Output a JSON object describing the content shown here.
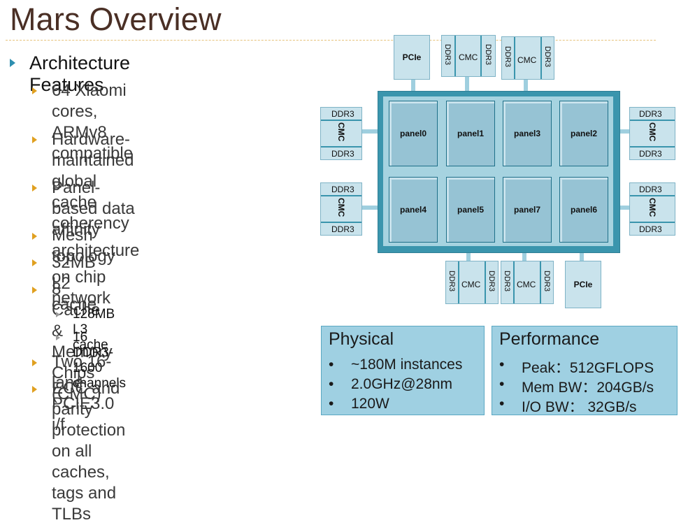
{
  "title": "Mars Overview",
  "bullets": {
    "l1": "Architecture Features",
    "items": [
      {
        "line1": "64 Xiaomi cores, ARMv8",
        "line2": "compatible"
      },
      {
        "line1": "Hardware-maintained global",
        "line2": "cache coherency"
      },
      {
        "line1": "Panel-based data affinity",
        "line2": "architecture"
      },
      {
        "line1": "Mesh topology on chip network",
        "line2": ""
      },
      {
        "line1": "32MB L2 cache",
        "line2": ""
      },
      {
        "line1": "8 Cache & Memory Chips (CMC)",
        "line2": ""
      },
      {
        "line1": "Two 16-lane PCIE3.0 i/f",
        "line2": ""
      },
      {
        "line1": "ECC and parity protection on all",
        "line2": "caches, tags and TLBs"
      }
    ],
    "sub": [
      "128MB L3 cache",
      "16 DDR3-1600 channels"
    ]
  },
  "diagram": {
    "panels_top": [
      "panel0",
      "panel1",
      "panel3",
      "panel2"
    ],
    "panels_bottom": [
      "panel4",
      "panel5",
      "panel7",
      "panel6"
    ],
    "pcie": "PCIe",
    "cmc": "CMC",
    "ddr": "DDR3"
  },
  "physical": {
    "title": "Physical",
    "rows": [
      "~180M instances",
      "2.0GHz@28nm",
      "120W"
    ]
  },
  "performance": {
    "title": "Performance",
    "rows": [
      "Peak：512GFLOPS",
      "Mem BW：204GB/s",
      "I/O BW：  32GB/s"
    ]
  },
  "bullet_char": "•"
}
